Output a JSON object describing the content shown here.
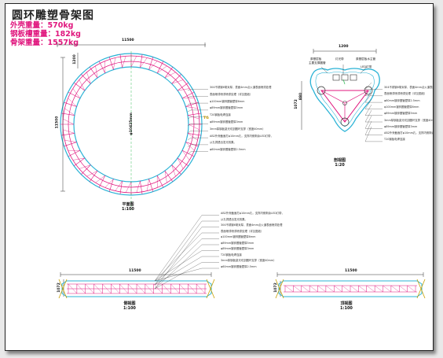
{
  "title": "圆环雕塑骨架图",
  "weights": {
    "shell": "外壳重量：570kg",
    "ring": "钢板槽重量：182kg",
    "frame": "骨架重量：1557kg"
  },
  "plan_view": {
    "dim_width": "11500",
    "dim_height": "11500",
    "dim_top": "1200",
    "diameter": "φ10425mm",
    "marker": "TG",
    "name": "平面图",
    "scale": "1:100",
    "notes": [
      "304不锈钢6毫米厚，表面4mm点火道表面喷漆处理",
      "表面喷漆喷漆喷漆处理（详见图纸）",
      "φ100mm镀锌圆管壁厚6mm",
      "φ89mm镀锌圆管壁厚5mm",
      "T20钢板电焊连接",
      "φ89mm镀锌圆管壁厚3mm",
      "3mm厚钢板激光切割圆环支撑（宽度40mm）",
      "AB2外壳截面打φ10mm孔，支撑内侧剩余LED灯带，",
      "从孔洞透出发光效果。",
      "φ60mm镀锌圆管壁厚2.5mm"
    ]
  },
  "section_view": {
    "dim_width": "1200",
    "dim_side": "880",
    "dim_side2": "1072",
    "top_labels": [
      "原基层板",
      "主要支撑圆管",
      "灯光带",
      "原基层板水主管",
      "LED灯带"
    ],
    "name": "剖视图",
    "scale": "1:20",
    "notes": [
      "304不锈钢6毫米厚，表面4mm点火道表面喷漆处理",
      "表面喷漆喷漆喷漆处理（详见图纸）",
      "φ60mm镀锌圆管壁厚2.5mm",
      "φ100mm镀锌圆管壁厚6mm",
      "φ89mm镀锌圆管壁厚5mm",
      "3mm厚钢板激光切割圆环支撑（宽度40mm）",
      "φ89mm镀锌圆管壁厚3mm",
      "AB2外壳截面打φ10mm孔，支撑内侧剩余LED灯带，从孔洞透出发光效果。",
      "T20钢板电焊连接"
    ]
  },
  "elevation_view": {
    "dim_width": "11500",
    "dim_height": "1072",
    "name": "侧视图",
    "scale": "1:100",
    "notes": [
      "AB2外壳截面打φ10mm孔，支撑内侧剩余LED灯带，",
      "从孔洞透出发光效果。",
      "304不锈钢6毫米厚，表面4mm点火道表面喷漆处理",
      "表面喷漆喷漆喷漆处理（详见图纸）",
      "φ100mm镀锌圆管壁厚6mm",
      "φ89mm镀锌圆管壁厚5mm",
      "φ89mm镀锌圆管壁厚3mm",
      "T20钢板电焊连接",
      "3mm厚钢板激光切割圆环支撑（宽度40mm）",
      "φ60mm镀锌圆管壁厚2.5mm"
    ]
  },
  "top_view": {
    "dim_width": "11500",
    "dim_height": "1072",
    "name": "顶视图",
    "scale": "1:100"
  },
  "colors": {
    "frame": "#e0177e",
    "shell": "#2bb3d6",
    "center": "#3fbf5f",
    "line": "#333333",
    "accent": "#c8a000"
  }
}
